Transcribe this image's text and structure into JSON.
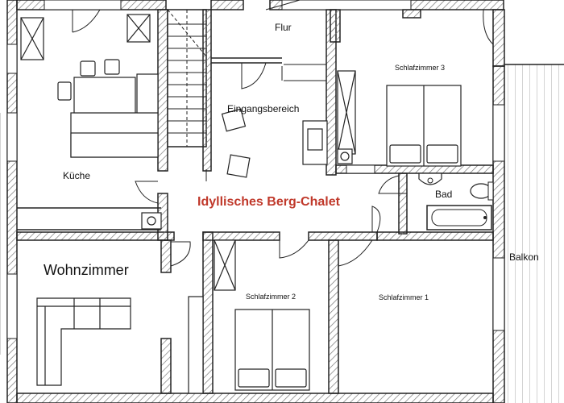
{
  "plan": {
    "title": "Idyllisches Berg-Chalet",
    "title_color": "#c0392b",
    "wall_color": "#222222",
    "hatch_color": "#9a9a9a",
    "rooms": {
      "flur": "Flur",
      "schlafzimmer3": "Schlafzimmer 3",
      "eingangsbereich": "Eingangsbereich",
      "kueche": "Küche",
      "bad": "Bad",
      "wohnzimmer": "Wohnzimmer",
      "balkon": "Balkon",
      "schlafzimmer2": "Schlafzimmer 2",
      "schlafzimmer1": "Schlafzimmer 1"
    }
  }
}
